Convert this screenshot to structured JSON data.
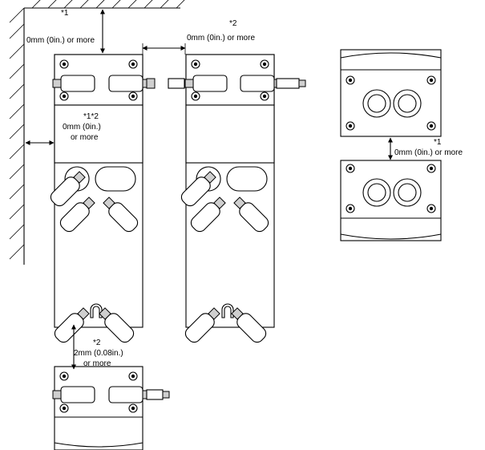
{
  "labels": {
    "top_left_note": "*1",
    "top_left_text": "0mm (0in.) or more",
    "top_mid_note": "*2",
    "top_mid_text": "0mm (0in.) or more",
    "side_note": "*1*2",
    "side_text_1": "0mm (0in.)",
    "side_text_2": "or more",
    "bottom_note": "*2",
    "bottom_text_1": "2mm (0.08in.)",
    "bottom_text_2": "or more",
    "right_note": "*1",
    "right_text": "0mm (0in.) or more"
  }
}
